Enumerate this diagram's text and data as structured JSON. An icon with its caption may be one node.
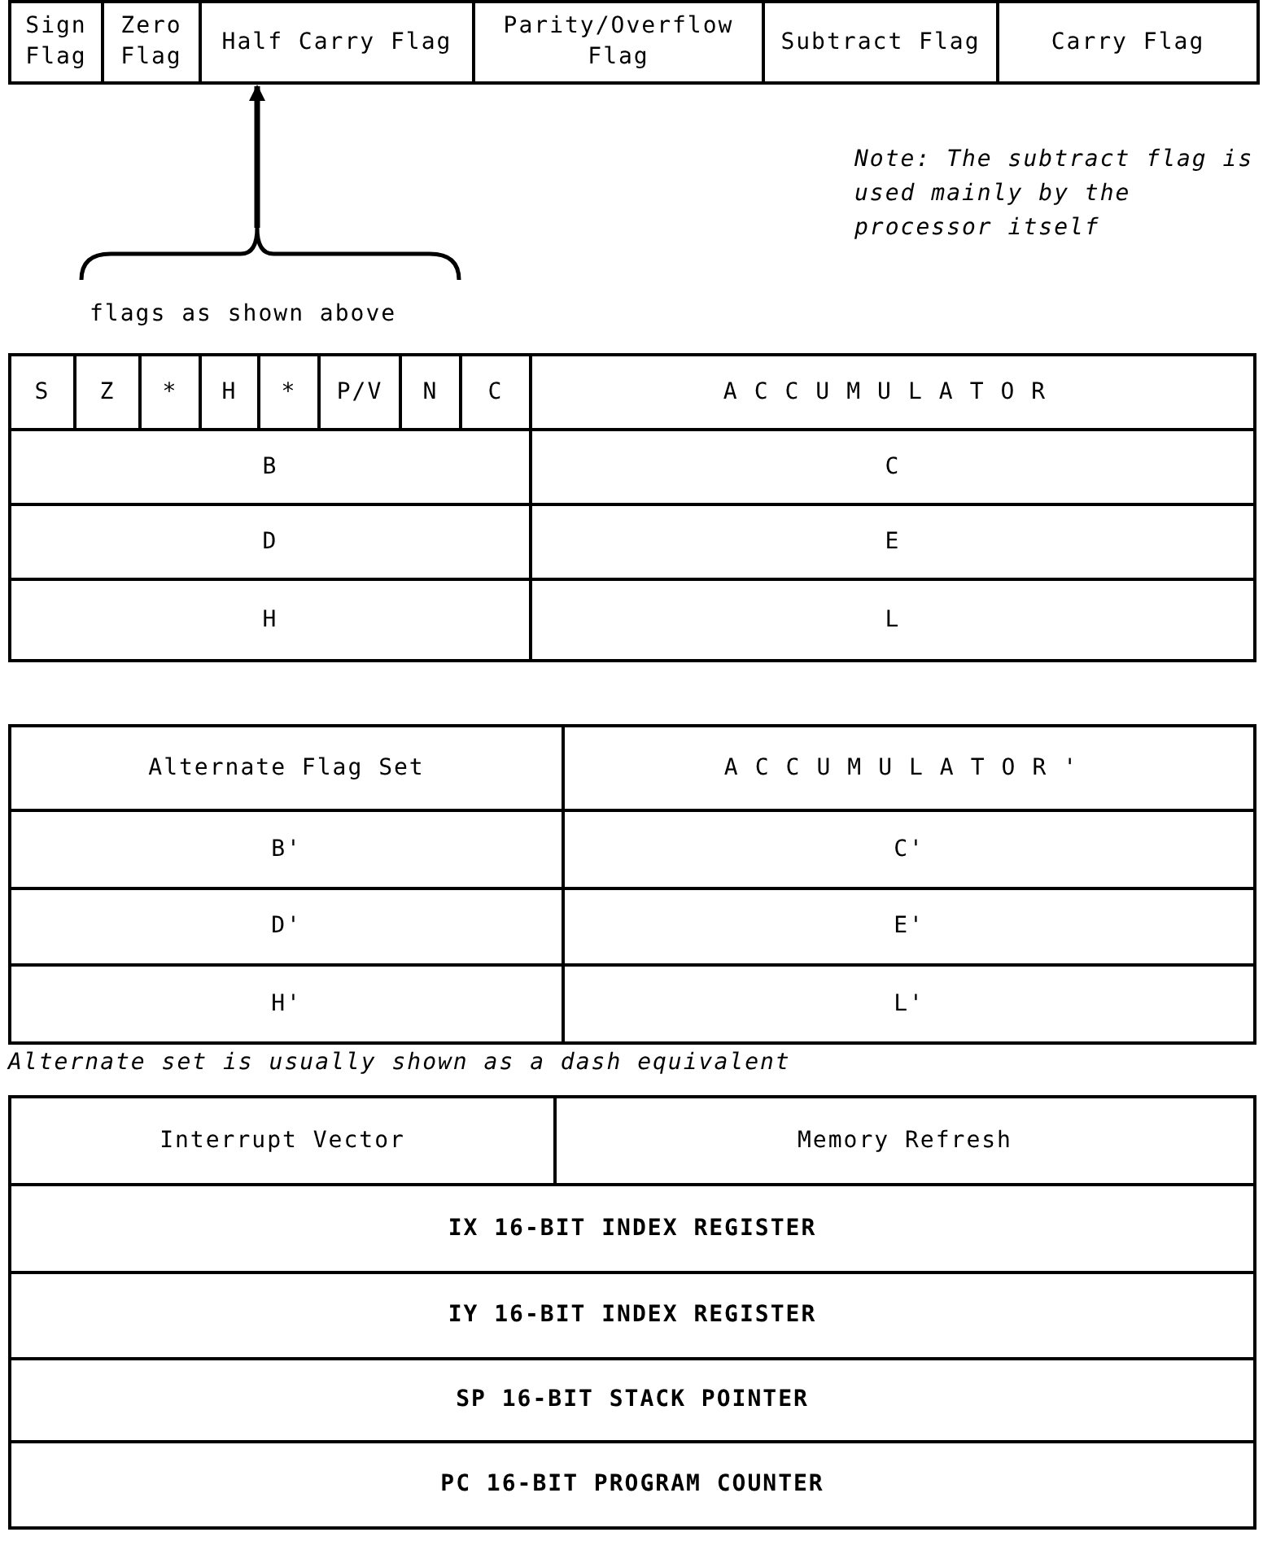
{
  "diagram": {
    "nodes": [
      {
        "text": [
          "Sign Flag"
        ]
      },
      {
        "text": [
          "Zero Flag"
        ]
      },
      {
        "text": [
          "Half Carry Flag"
        ]
      },
      {
        "text": [
          "Parity/Overflow Flag"
        ]
      },
      {
        "text": [
          "Subtract Flag"
        ]
      },
      {
        "text": [
          "Carry Flag"
        ]
      },
      {
        "text": [],
        "shape": "brace",
        "beside": [
          "flags as shown above"
        ]
      }
    ],
    "edges": [
      {
        "from": 6,
        "to": 2,
        "arrow": "to"
      }
    ],
    "labels": [
      "Note: The subtract flag is used mainly by the processor itself",
      "S",
      "Z",
      "*",
      "H",
      "*",
      "P/V",
      "N",
      "C",
      "ACCUMULATOR",
      "B",
      "C",
      "D",
      "E",
      "H",
      "L",
      "Alternate Flag Set",
      "ACCUMULATOR'",
      "B'",
      "C'",
      "D'",
      "E'",
      "H'",
      "L'",
      "Alternate set is usually shown as a dash equivalent",
      "Interrupt Vector",
      "Memory Refresh",
      "IX 16-BIT INDEX REGISTER",
      "IY 16-BIT INDEX REGISTER",
      "SP 16-BIT STACK POINTER",
      "PC 16-BIT PROGRAM COUNTER"
    ]
  }
}
